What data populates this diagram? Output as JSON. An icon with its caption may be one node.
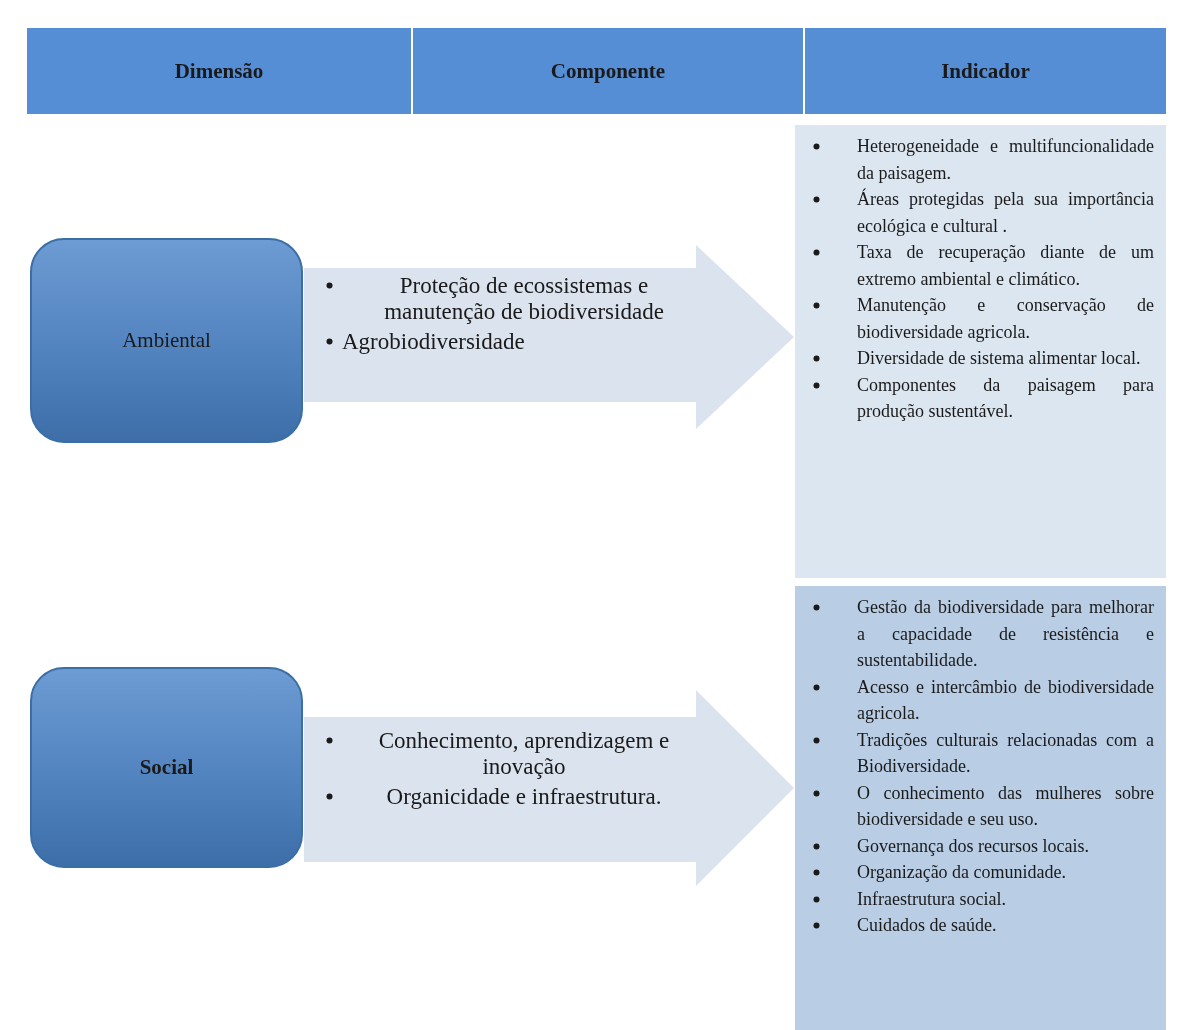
{
  "diagram": {
    "nodes": [
      {
        "text": [
          "Dimensão"
        ]
      },
      {
        "text": [
          "Componente"
        ]
      },
      {
        "text": [
          "Indicador"
        ]
      },
      {
        "text": [
          "Ambiental"
        ]
      },
      {
        "text": [
          "Proteção de ecossistemas e manutenção de biodiversidade",
          "Agrobiodiversidade"
        ]
      },
      {
        "text": [
          "Heterogeneidade e multifuncionalidade da paisagem.",
          "Áreas protegidas pela sua importância ecológica e cultural .",
          "Taxa de recuperação diante de um extremo ambiental e climático.",
          "Manutenção e conservação de biodiversidade agricola.",
          "Diversidade de sistema alimentar local.",
          "Componentes da paisagem para produção sustentável."
        ]
      },
      {
        "text": [
          "Social"
        ]
      },
      {
        "text": [
          "Conhecimento, aprendizagem e inovação",
          "Organicidade e infraestrutura."
        ]
      },
      {
        "text": [
          "Gestão da biodiversidade para melhorar a capacidade de resistência e sustentabilidade.",
          "Acesso e intercâmbio de biodiversidade agricola.",
          "Tradições culturais relacionadas com a Biodiversidade.",
          "O conhecimento das mulheres sobre biodiversidade e seu uso.",
          "Governança dos recursos locais.",
          "Organização da comunidade.",
          "Infraestrutura social.",
          "Cuidados de saúde."
        ]
      }
    ],
    "edges": [
      {
        "from": 3,
        "to": 5,
        "arrow": "to"
      },
      {
        "from": 6,
        "to": 8,
        "arrow": "to"
      }
    ]
  }
}
